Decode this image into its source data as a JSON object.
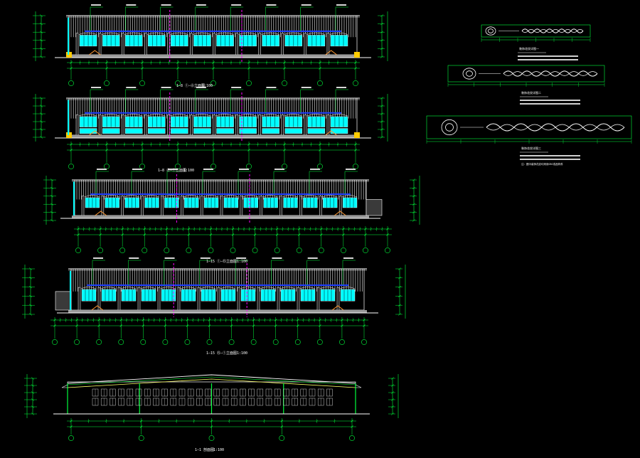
{
  "app": {
    "title": "CAD drawing – building elevations",
    "background": "#000000"
  },
  "colors": {
    "line": "#ffffff",
    "dim": "#00ff3c",
    "glass": "#00ffff",
    "beam": "#1e3cff",
    "axis": "#ff00ff",
    "gold": "#ffcc00",
    "red": "#ff2a2a",
    "floor": "#9a9a9a"
  },
  "drawings": {
    "elev1_title": "1—8  ①—⑧立面图",
    "elev2_title": "1—8  ⑧—①立面图",
    "elev3_title": "1—15  ①—⑮立面图",
    "elev4_title": "1—15  ⑮—①立面图",
    "section_title": "1—1  剖面图",
    "scale": "1:100",
    "ornament1_caption": "装饰花纹详图一",
    "ornament2_caption": "装饰花纹详图二",
    "ornament3_caption": "装饰花纹详图三",
    "note_line": "注：图中装饰花纹均采用GRC成品构件"
  }
}
